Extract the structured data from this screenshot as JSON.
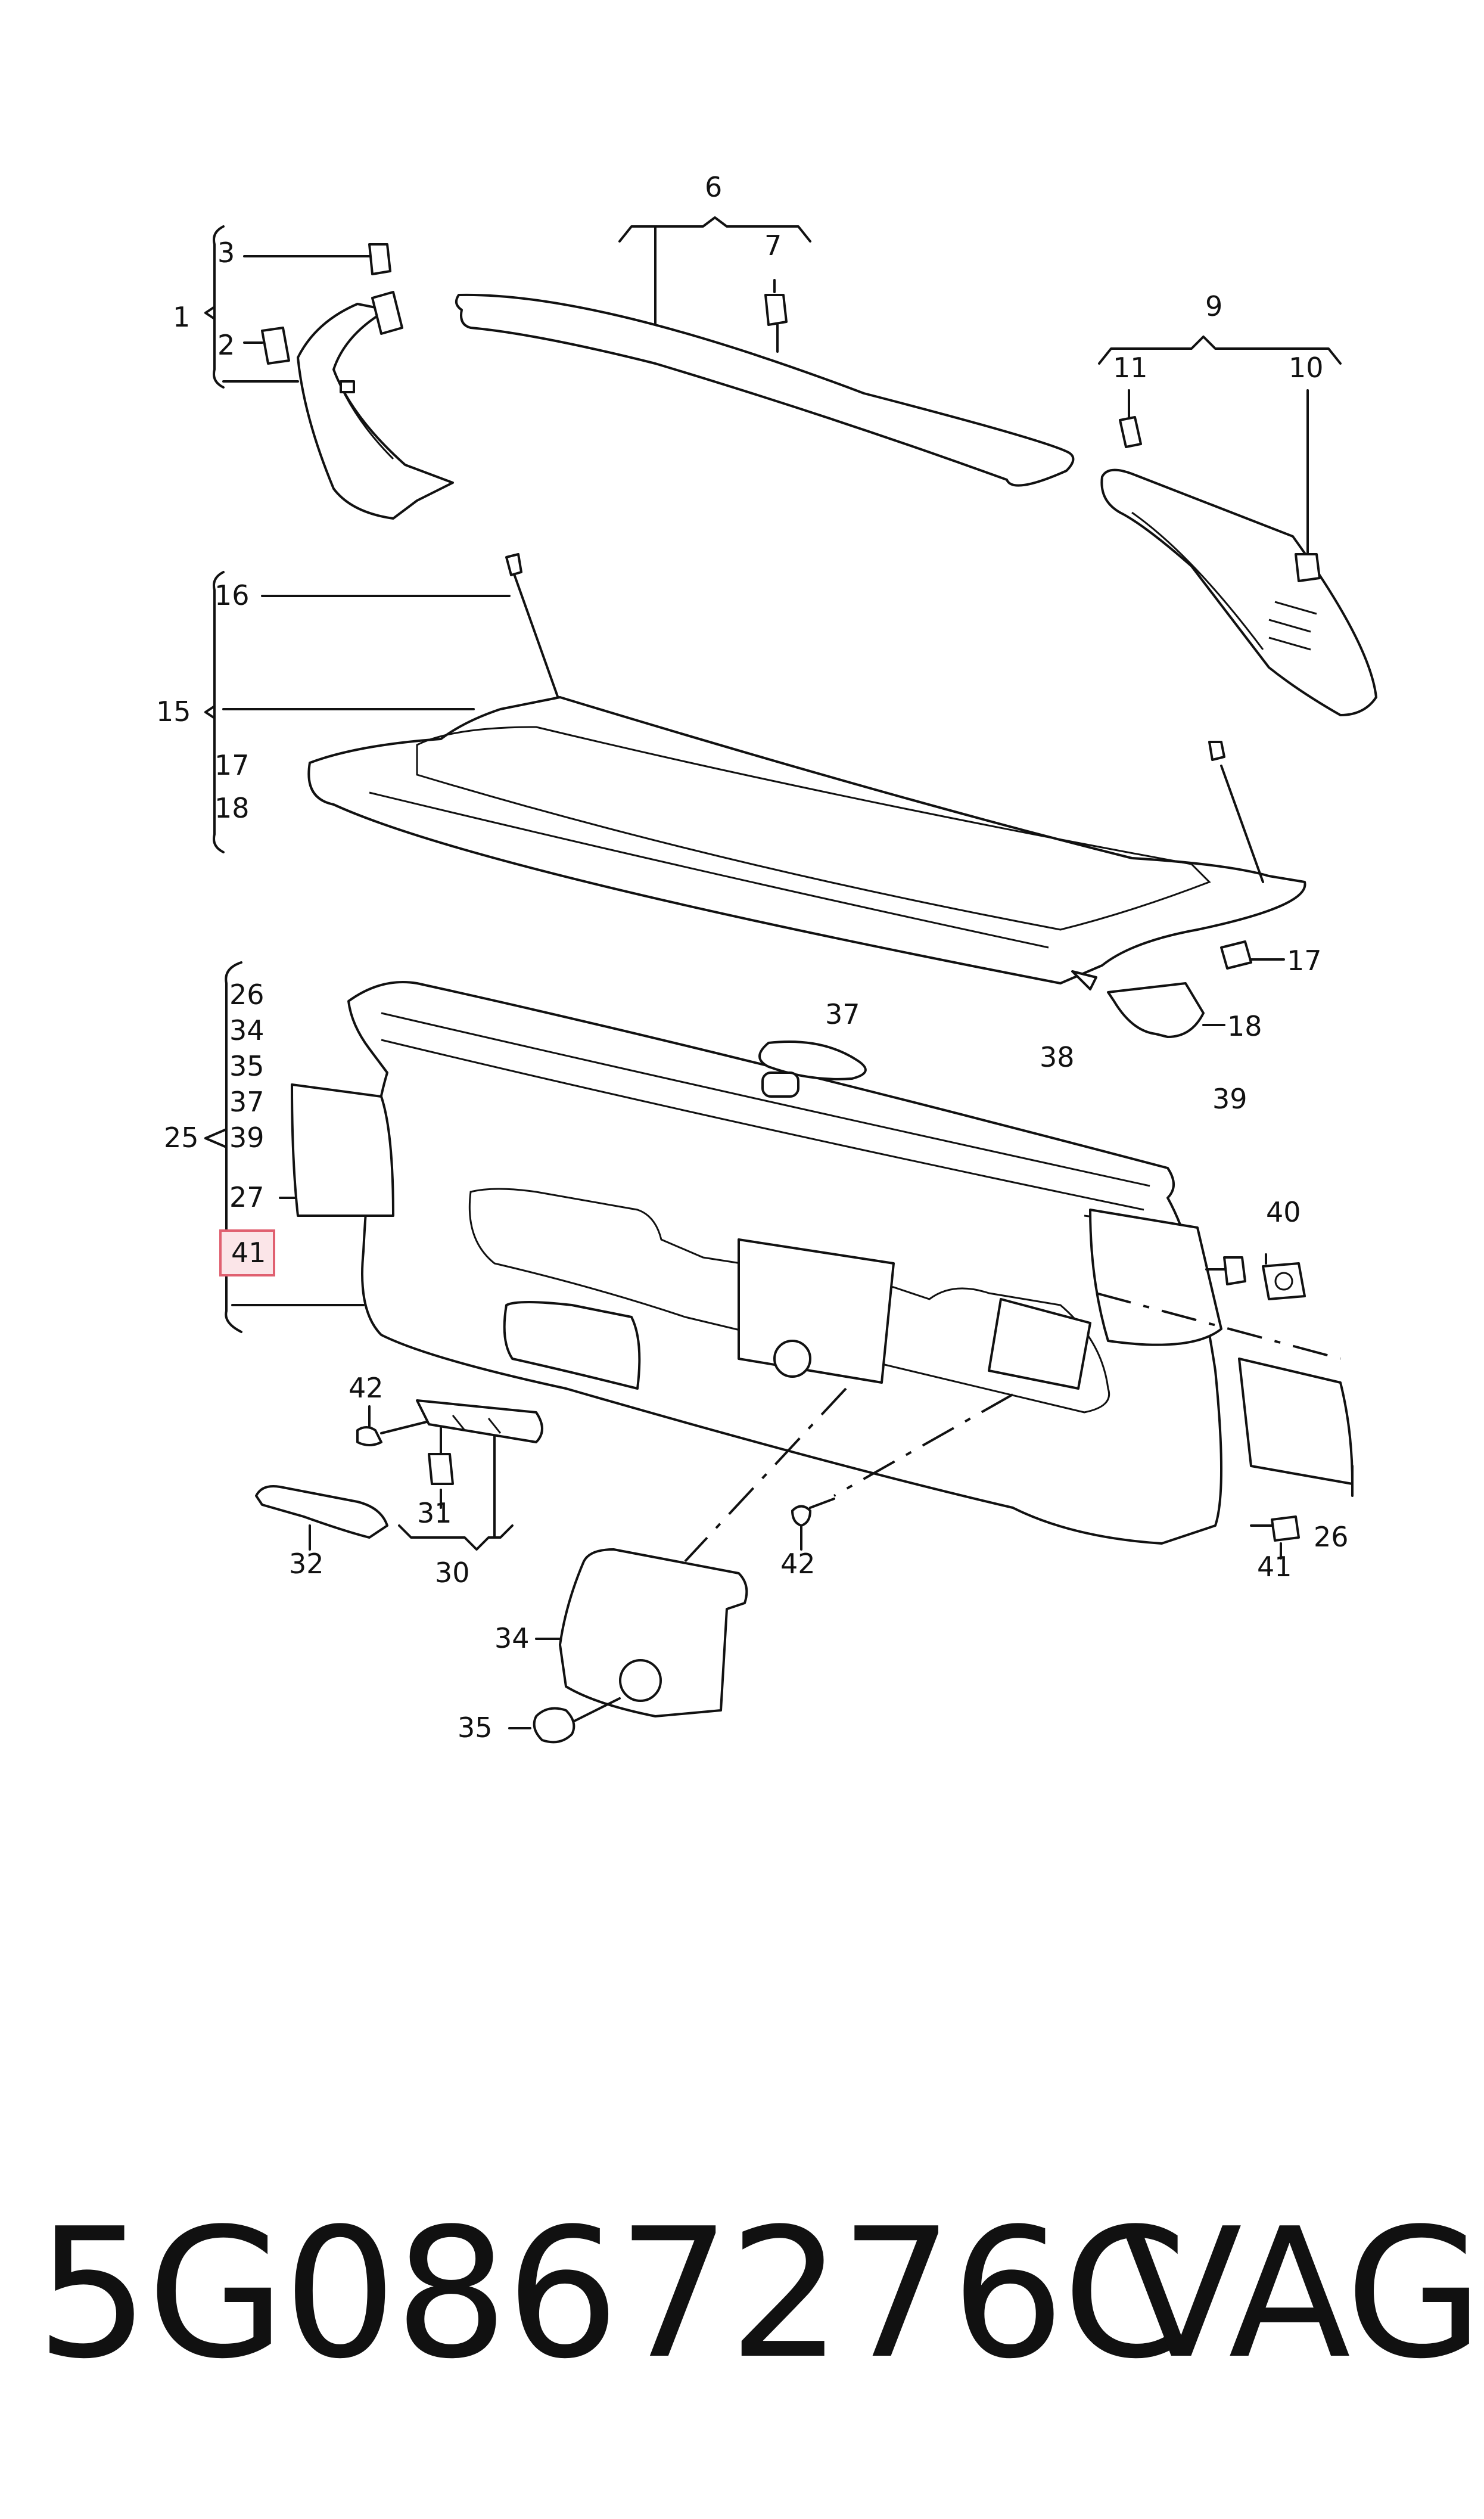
{
  "diagram": {
    "callouts": {
      "c1": "1",
      "c2": "2",
      "c3": "3",
      "c6": "6",
      "c7": "7",
      "c9": "9",
      "c10": "10",
      "c11": "11",
      "c15": "15",
      "c16": "16",
      "c17a": "17",
      "c18a": "18",
      "c17b": "17",
      "c18b": "18",
      "c25": "25",
      "c26a": "26",
      "c34a": "34",
      "c35a": "35",
      "c37a": "37",
      "c39a": "39",
      "c27": "27",
      "c41a": "41",
      "c37b": "37",
      "c38": "38",
      "c39b": "39",
      "c40": "40",
      "c42a": "42",
      "c31": "31",
      "c30": "30",
      "c32": "32",
      "c42b": "42",
      "c41b": "41",
      "c26b": "26",
      "c34b": "34",
      "c35b": "35"
    },
    "highlight_color": "#e06070"
  },
  "footer": {
    "part_number": "5G0867276C",
    "brand": "VAG"
  }
}
